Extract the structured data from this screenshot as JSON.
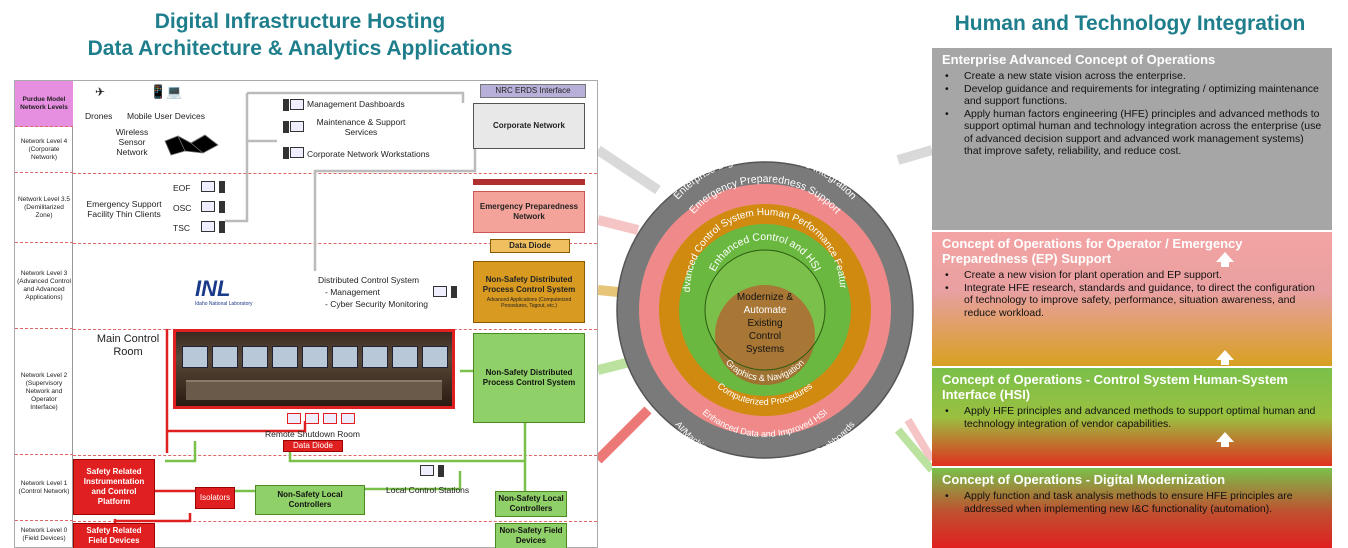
{
  "titles": {
    "left_line1": "Digital Infrastructure Hosting",
    "left_line2": "Data Architecture & Analytics Applications",
    "right": "Human and Technology Integration"
  },
  "levels": [
    {
      "label": "Purdue Model Network Levels"
    },
    {
      "label": "Network Level 4 (Corporate Network)"
    },
    {
      "label": "Network Level 3.5 (Demilitarized Zone)"
    },
    {
      "label": "Network Level 3 (Advanced Control and Advanced Applications)"
    },
    {
      "label": "Network Level 2 (Supervisory Network and Operator Interface)"
    },
    {
      "label": "Network Level 1 (Control Network)"
    },
    {
      "label": "Network Level 0 (Field Devices)"
    }
  ],
  "arch": {
    "drones": "Drones",
    "mobile": "Mobile User Devices",
    "wireless": "Wireless Sensor Network",
    "mgmt_dash": "Management Dashboards",
    "maint": "Maintenance & Support Services",
    "corp_ws": "Corporate Network Workstations",
    "nrc": "NRC ERDS Interface",
    "corp_net": "Corporate Network",
    "esf": "Emergency Support Facility Thin Clients",
    "eof": "EOF",
    "osc": "OSC",
    "tsc": "TSC",
    "epn": "Emergency Preparedness Network",
    "data_diode": "Data Diode",
    "dcs": "Distributed Control System",
    "dcs_mgmt": "- Management",
    "dcs_cyber": "- Cyber Security Monitoring",
    "nsdpcs_adv": "Non-Safety Distributed Process Control System",
    "nsdpcs_adv_sub": "Advanced Applications (Computerized Procedures, Tagout, etc.)",
    "inl": "INL",
    "inl_sub": "Idaho National Laboratory",
    "mcr": "Main Control Room",
    "nsdpcs": "Non-Safety Distributed Process Control System",
    "rsr": "Remote Shutdown Room",
    "data_diode2": "Data Diode",
    "sric": "Safety Related Instrumentation and Control Platform",
    "isolators": "Isolators",
    "nslc": "Non-Safety Local Controllers",
    "lcs": "Local Control Stations",
    "nslc2": "Non-Safety Local Controllers",
    "srfd": "Safety Related Field Devices",
    "nsfd": "Non-Safety Field Devices"
  },
  "circle": {
    "ring1": "Enterprise Digital Infrastructure Integration",
    "ring1_bottom": "AI/Machine Learning and Management Dashboards",
    "ring2": "Emergency Preparedness Support",
    "ring2_bottom": "Enhanced Data and Improved HSI",
    "ring3": "Advanced Control System Human Performance Features",
    "ring3_bottom": "Computerized Procedures",
    "ring4": "Enhanced Control and HSI",
    "ring4_bottom": "Graphics & Navigation",
    "core": [
      "Modernize &",
      "Automate",
      "Existing",
      "Control",
      "Systems"
    ],
    "colors": {
      "ring1": "#7a7a7a",
      "ring2": "#f08a8a",
      "ring3": "#d08a10",
      "ring4": "#6ab840",
      "core": "#7ac04a"
    }
  },
  "conops": [
    {
      "title": "Enterprise Advanced Concept of Operations",
      "bullets": [
        "Create a new state vision across the enterprise.",
        "Develop guidance and requirements for integrating / optimizing maintenance and support functions.",
        "Apply human factors engineering (HFE) principles and advanced methods to support optimal human and technology integration across the enterprise (use of advanced decision support and advanced work management systems) that improve safety, reliability, and reduce cost."
      ]
    },
    {
      "title": "Concept of Operations for Operator / Emergency Preparedness (EP) Support",
      "bullets": [
        "Create a new vision for plant operation and EP support.",
        "Integrate HFE research, standards and guidance, to direct the configuration of technology to improve safety, performance, situation awareness, and reduce workload."
      ]
    },
    {
      "title": "Concept of Operations - Control System Human-System Interface (HSI)",
      "bullets": [
        "Apply HFE principles and advanced methods to support optimal human and technology integration of vendor capabilities."
      ]
    },
    {
      "title": "Concept of Operations - Digital Modernization",
      "bullets": [
        "Apply function and task analysis methods to ensure HFE principles are addressed when implementing new I&C functionality (automation)."
      ]
    }
  ]
}
